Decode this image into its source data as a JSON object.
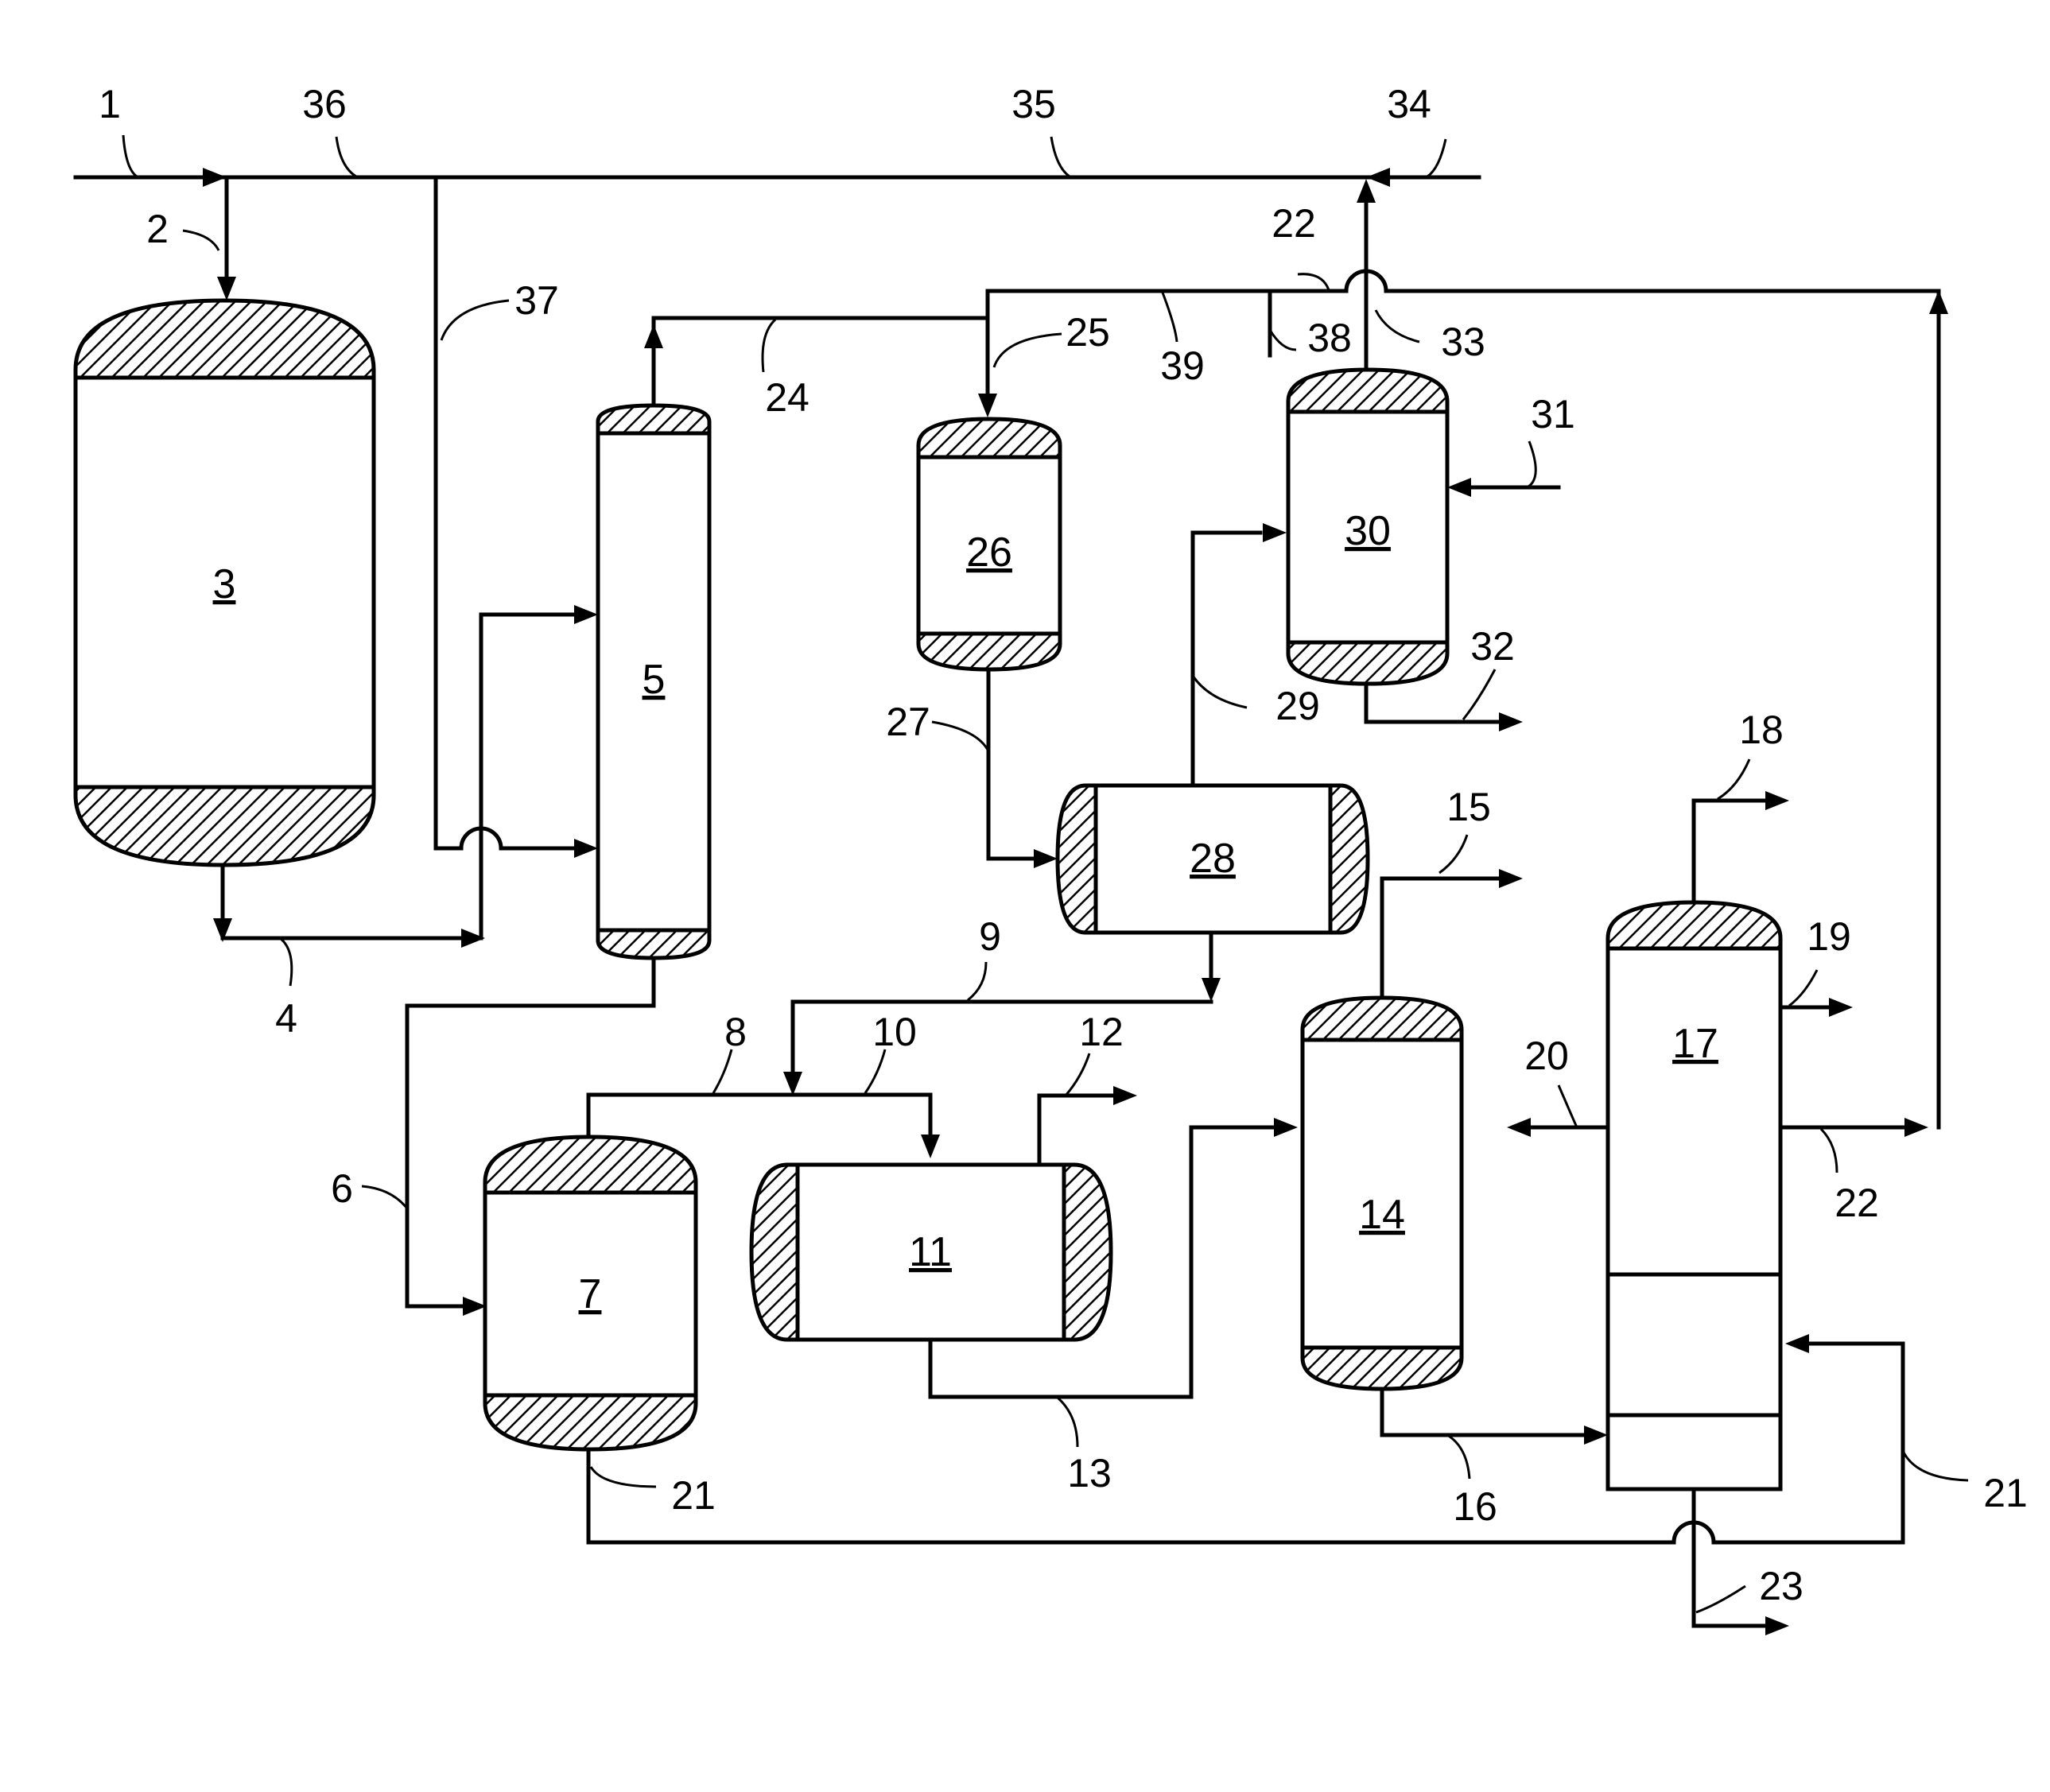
{
  "vessels": {
    "v3": "3",
    "v5": "5",
    "v7": "7",
    "v11": "11",
    "v14": "14",
    "v17": "17",
    "v26": "26",
    "v28": "28",
    "v30": "30"
  },
  "streams": {
    "s1": "1",
    "s2": "2",
    "s4": "4",
    "s6": "6",
    "s8": "8",
    "s9": "9",
    "s10": "10",
    "s12": "12",
    "s13": "13",
    "s15": "15",
    "s16": "16",
    "s18": "18",
    "s19": "19",
    "s20": "20",
    "s21a": "21",
    "s21b": "21",
    "s22a": "22",
    "s22b": "22",
    "s23": "23",
    "s24": "24",
    "s25": "25",
    "s27": "27",
    "s29": "29",
    "s31": "31",
    "s32": "32",
    "s33": "33",
    "s34": "34",
    "s35": "35",
    "s36": "36",
    "s37": "37",
    "s38": "38",
    "s39": "39"
  }
}
